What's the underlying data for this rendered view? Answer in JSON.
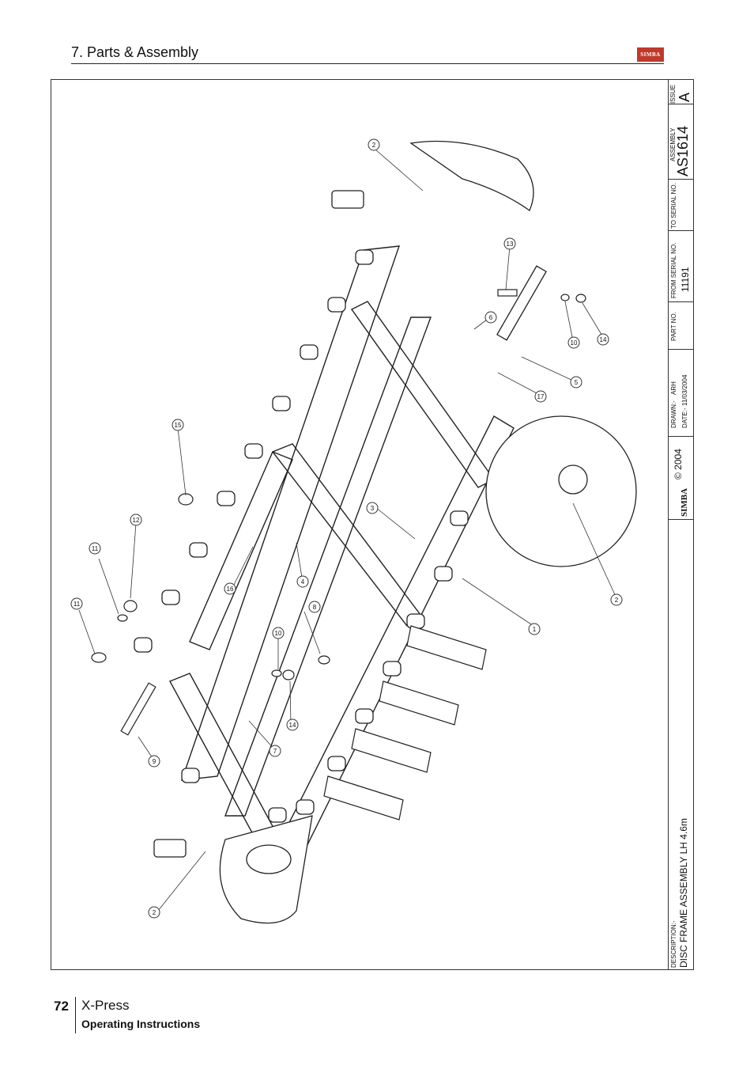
{
  "header": {
    "title": "7. Parts & Assembly",
    "logo_text": "SIMBA"
  },
  "title_block": {
    "issue_label": "ISSUE",
    "issue": "A",
    "assembly_label": "ASSEMBLY",
    "assembly_no": "AS1614",
    "to_serial_label": "TO SERIAL NO.",
    "from_serial_label": "FROM SERIAL NO.",
    "from_serial": "11191",
    "part_no_label": "PART NO.",
    "drawn_label": "DRAWN:-",
    "drawn": "ARH",
    "date_label": "DATE:-",
    "date": "11/03/2004",
    "copyright": "© 2004",
    "logo_text": "SIMBA",
    "description_label": "DESCRIPTION:-",
    "description": "DISC FRAME ASSEMBLY LH 4.6m"
  },
  "callouts": [
    "1",
    "2",
    "3",
    "4",
    "5",
    "6",
    "7",
    "8",
    "9",
    "10",
    "11",
    "12",
    "13",
    "14",
    "15",
    "16",
    "17"
  ],
  "footer": {
    "page": "72",
    "title": "X-Press",
    "subtitle": "Operating Instructions"
  }
}
